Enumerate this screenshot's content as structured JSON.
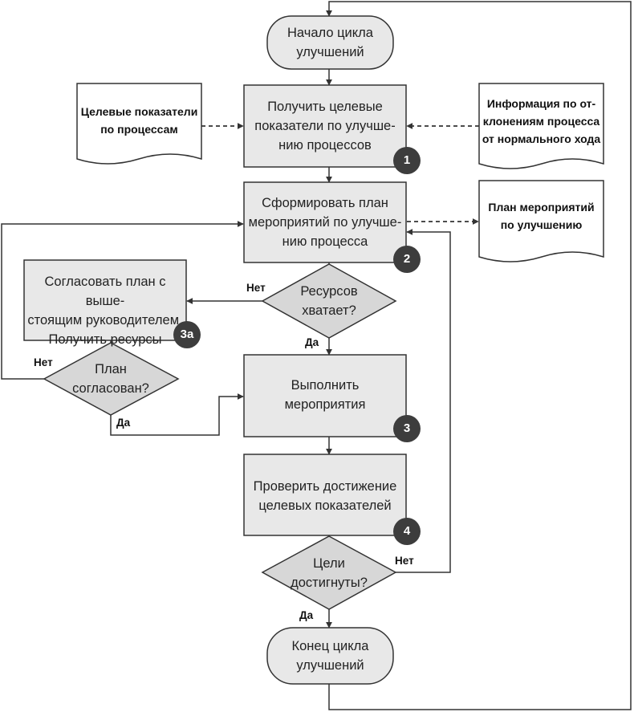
{
  "start": {
    "lines": [
      "Начало цикла",
      "улучшений"
    ]
  },
  "step1": {
    "lines": [
      "Получить целевые",
      "показатели по улучше-",
      "нию процессов"
    ],
    "badge": "1"
  },
  "step2": {
    "lines": [
      "Сформировать план",
      "мероприятий по улучше-",
      "нию процесса"
    ],
    "badge": "2"
  },
  "step3": {
    "lines": [
      "Выполнить",
      "мероприятия"
    ],
    "badge": "3"
  },
  "step3a": {
    "lines": [
      "Согласовать план с выше-",
      "стоящим руководителем.",
      "Получить ресурсы"
    ],
    "badge": "3а"
  },
  "step4": {
    "lines": [
      "Проверить достижение",
      "целевых показателей"
    ],
    "badge": "4"
  },
  "end": {
    "lines": [
      "Конец цикла",
      "улучшений"
    ]
  },
  "decision_resources": {
    "lines": [
      "Ресурсов",
      "хватает?"
    ],
    "yes": "Да",
    "no": "Нет"
  },
  "decision_approved": {
    "lines": [
      "План",
      "согласован?"
    ],
    "yes": "Да",
    "no": "Нет"
  },
  "decision_goals": {
    "lines": [
      "Цели",
      "достигнуты?"
    ],
    "yes": "Да",
    "no": "Нет"
  },
  "doc_targets": {
    "lines": [
      "Целевые показатели",
      "по процессам"
    ]
  },
  "doc_deviation": {
    "lines": [
      "Информация по от-",
      "клонениям процесса",
      "от нормального хода"
    ]
  },
  "doc_plan": {
    "lines": [
      "План мероприятий",
      "по улучшению"
    ]
  },
  "colors": {
    "box_fill": "#e8e8e8",
    "stroke": "#333333",
    "badge": "#3d3d3d"
  }
}
